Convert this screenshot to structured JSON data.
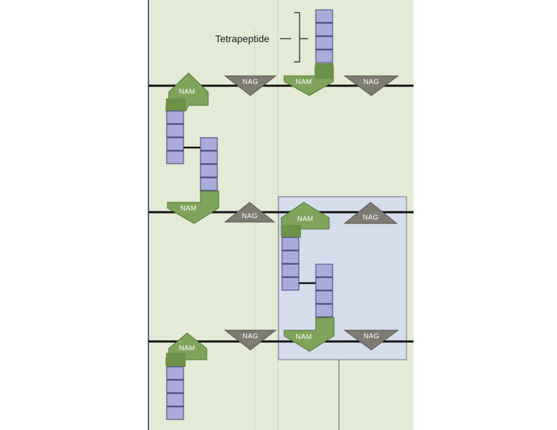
{
  "labels": {
    "tetrapeptide": "Tetrapeptide",
    "nam": "NAM",
    "nag": "NAG"
  },
  "strands": [
    {
      "units": [
        "NAM",
        "NAG",
        "NAM",
        "NAG"
      ]
    },
    {
      "units": [
        "NAM",
        "NAG",
        "NAM",
        "NAG"
      ]
    },
    {
      "units": [
        "NAM",
        "NAG",
        "NAM",
        "NAG"
      ]
    }
  ],
  "colors": {
    "page_background": "#e3ead5",
    "highlight_box": "#d5dceb",
    "nam_fill": "#7ea35a",
    "nam_dark": "#4f7534",
    "nag_fill": "#7d7b72",
    "peptide_fill": "#a9abd9",
    "peptide_edge": "#3f4272",
    "strand_line": "#111111"
  },
  "icons": {
    "nam": "nam-arrow-icon",
    "nag": "nag-triangle-icon",
    "peptide": "amino-acid-block-icon"
  }
}
